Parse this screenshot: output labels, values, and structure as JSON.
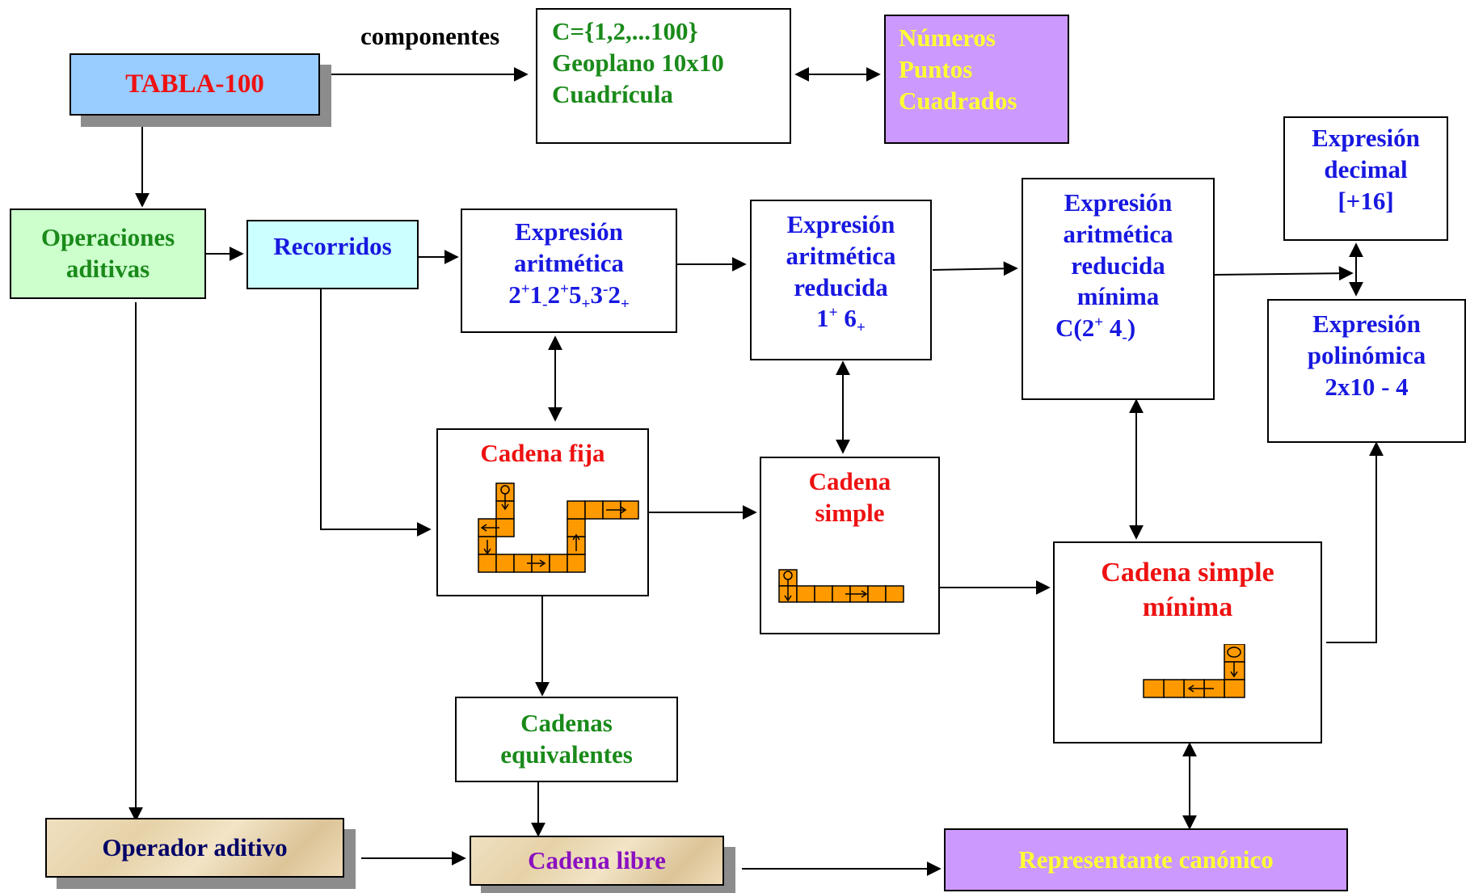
{
  "components_label": "componentes",
  "tabla": {
    "title": "TABLA-100",
    "bg": "#99ccff",
    "color": "#ee1111"
  },
  "components_box": {
    "lines": [
      "C={1,2,...100}",
      "Geoplano 10x10",
      "Cuadrícula"
    ],
    "color": "#1a8a1a"
  },
  "numeros_box": {
    "lines": [
      "Números",
      "Puntos",
      "Cuadrados"
    ],
    "bg": "#cc99ff",
    "color": "#ffff33"
  },
  "operaciones": {
    "lines": [
      "Operaciones",
      "aditivas"
    ],
    "bg": "#ccffcc",
    "color": "#1a8a1a"
  },
  "recorridos": {
    "title": "Recorridos",
    "bg": "#ccffff",
    "color": "#1818e0"
  },
  "expr_aritmetica": {
    "lines": [
      "Expresión",
      "aritmética"
    ],
    "formula": [
      {
        "t": "2"
      },
      {
        "sup": "+"
      },
      {
        "t": "1"
      },
      {
        "sub": "-"
      },
      {
        "t": "2"
      },
      {
        "sup": "+"
      },
      {
        "t": "5"
      },
      {
        "sub": "+"
      },
      {
        "t": "3"
      },
      {
        "sup": "-"
      },
      {
        "t": "2"
      },
      {
        "sub": "+"
      }
    ]
  },
  "expr_reducida": {
    "lines": [
      "Expresión",
      "aritmética",
      "reducida"
    ],
    "formula": [
      {
        "t": "1"
      },
      {
        "sup": "+"
      },
      {
        "t": " 6"
      },
      {
        "sub": "+"
      }
    ]
  },
  "expr_reducida_minima": {
    "lines": [
      "Expresión",
      "aritmética",
      "reducida",
      "mínima"
    ],
    "formula": [
      {
        "t": "C(2"
      },
      {
        "sup": "+"
      },
      {
        "t": " 4"
      },
      {
        "sub": "-"
      },
      {
        "t": ")"
      }
    ]
  },
  "expr_decimal": {
    "lines": [
      "Expresión",
      "decimal",
      "[+16]"
    ]
  },
  "expr_polinomica": {
    "lines": [
      "Expresión",
      "polinómica",
      "2x10 - 4"
    ]
  },
  "cadena_fija": {
    "title": "Cadena fija"
  },
  "cadena_simple": {
    "lines": [
      "Cadena",
      "simple"
    ]
  },
  "cadena_simple_minima": {
    "lines": [
      "Cadena simple",
      "mínima"
    ]
  },
  "cadenas_equivalentes": {
    "lines": [
      "Cadenas",
      "equivalentes"
    ]
  },
  "operador_aditivo": {
    "title": "Operador aditivo"
  },
  "cadena_libre": {
    "title": "Cadena libre"
  },
  "representante": {
    "title": "Representante canónico",
    "bg": "#cc99ff",
    "color": "#ffff33"
  },
  "colors": {
    "chain_cell": "#ff9900",
    "text_green": "#1a8a1a",
    "text_blue": "#1818e0",
    "text_red": "#ee1111"
  }
}
